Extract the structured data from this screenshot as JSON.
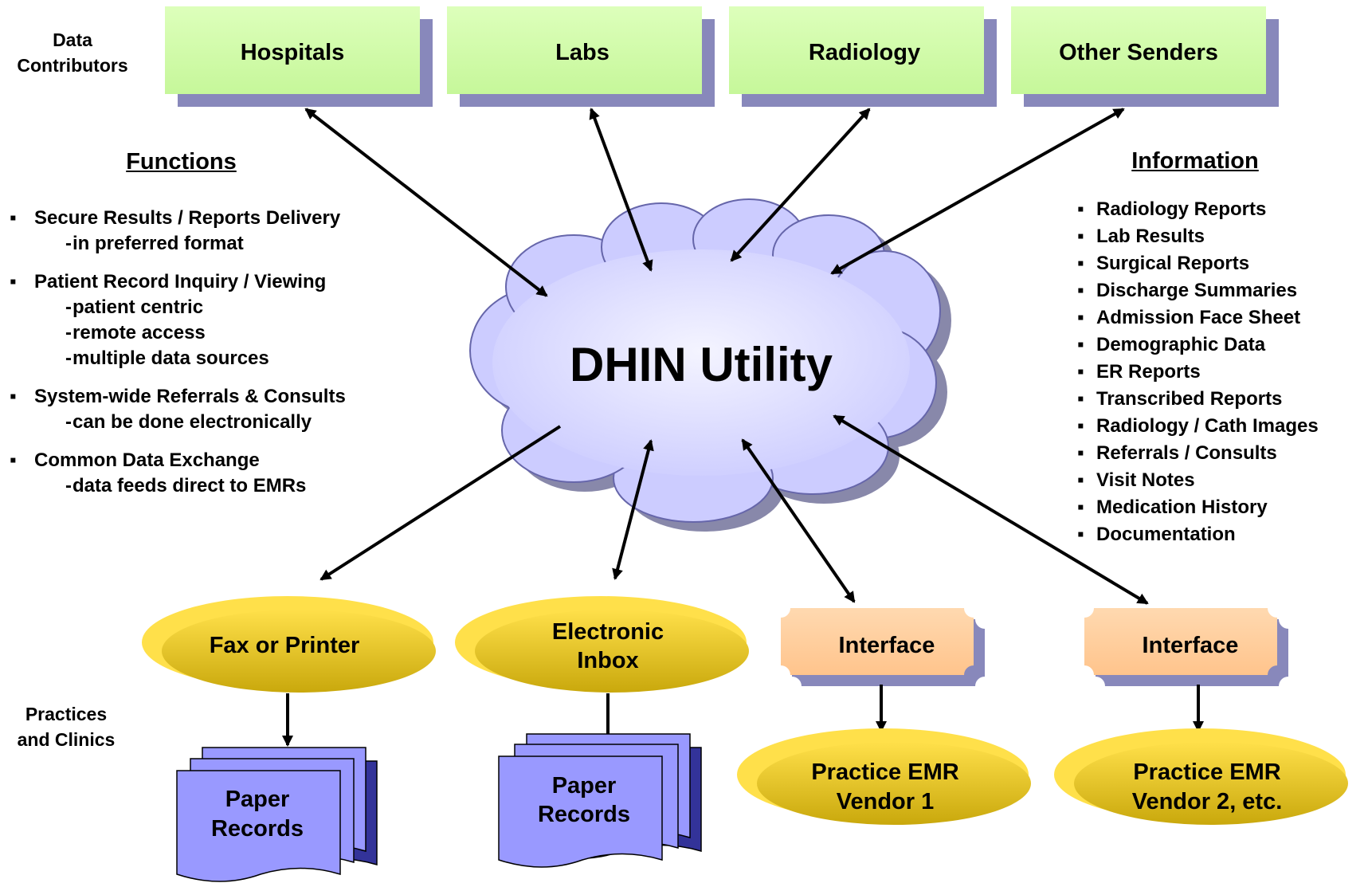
{
  "labels": {
    "data_contributors": "Data\nContributors",
    "practices_and_clinics": "Practices\nand Clinics"
  },
  "senders": [
    "Hospitals",
    "Labs",
    "Radiology",
    "Other Senders"
  ],
  "hub": "DHIN Utility",
  "functions": {
    "heading": "Functions",
    "items": [
      {
        "text": "Secure Results / Reports Delivery",
        "subs": [
          "in preferred format"
        ]
      },
      {
        "text": "Patient Record Inquiry / Viewing",
        "subs": [
          "patient centric",
          "remote access",
          "multiple data sources"
        ]
      },
      {
        "text": "System-wide Referrals & Consults",
        "subs": [
          "can be done electronically"
        ]
      },
      {
        "text": "Common Data Exchange",
        "subs": [
          "data feeds direct to EMRs"
        ]
      }
    ]
  },
  "information": {
    "heading": "Information",
    "items": [
      "Radiology Reports",
      "Lab Results",
      "Surgical Reports",
      "Discharge Summaries",
      "Admission Face Sheet",
      "Demographic Data",
      "ER Reports",
      "Transcribed Reports",
      "Radiology / Cath Images",
      "Referrals / Consults",
      "Visit Notes",
      "Medication History",
      "Documentation"
    ]
  },
  "receivers": {
    "fax": "Fax or Printer",
    "inbox": [
      "Electronic",
      "Inbox"
    ],
    "interface1": "Interface",
    "interface2": "Interface",
    "paper1": [
      "Paper",
      "Records"
    ],
    "paper2": [
      "Paper",
      "Records"
    ],
    "emr1": [
      "Practice EMR",
      "Vendor 1"
    ],
    "emr2": [
      "Practice EMR",
      "Vendor 2, etc."
    ]
  },
  "colors": {
    "sender_fill": "#ccff99",
    "sender_shadow": "#8888bb",
    "cloud_fill": "#ccccff",
    "ellipse_fill": "#ddc21a",
    "ellipse_rim": "#ffe04a",
    "interface_fill": "#ffcc99",
    "paper_fill": "#9999ff",
    "paper_shadow": "#333399"
  }
}
